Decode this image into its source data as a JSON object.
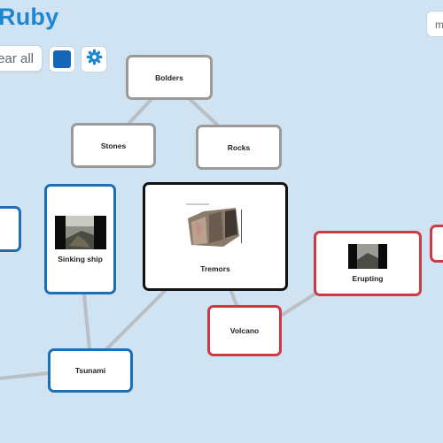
{
  "app": {
    "title": "Ruby"
  },
  "toolbar": {
    "clear_label": "ear all",
    "color": "#1566b7",
    "settings_icon": "gear-icon"
  },
  "menu": {
    "label": "m"
  },
  "colors": {
    "grey": "#9a9a9a",
    "blue": "#1c70b5",
    "red": "#cc3a44",
    "black": "#111111",
    "edge": "#b9bfc5",
    "background": "#cfe3f3"
  },
  "nodes": {
    "bolders": "Bolders",
    "stones": "Stones",
    "rocks": "Rocks",
    "sinking_ship": "Sinking ship",
    "tremors": "Tremors",
    "erupting": "Erupting",
    "volcano": "Volcano",
    "tsunami": "Tsunami"
  }
}
